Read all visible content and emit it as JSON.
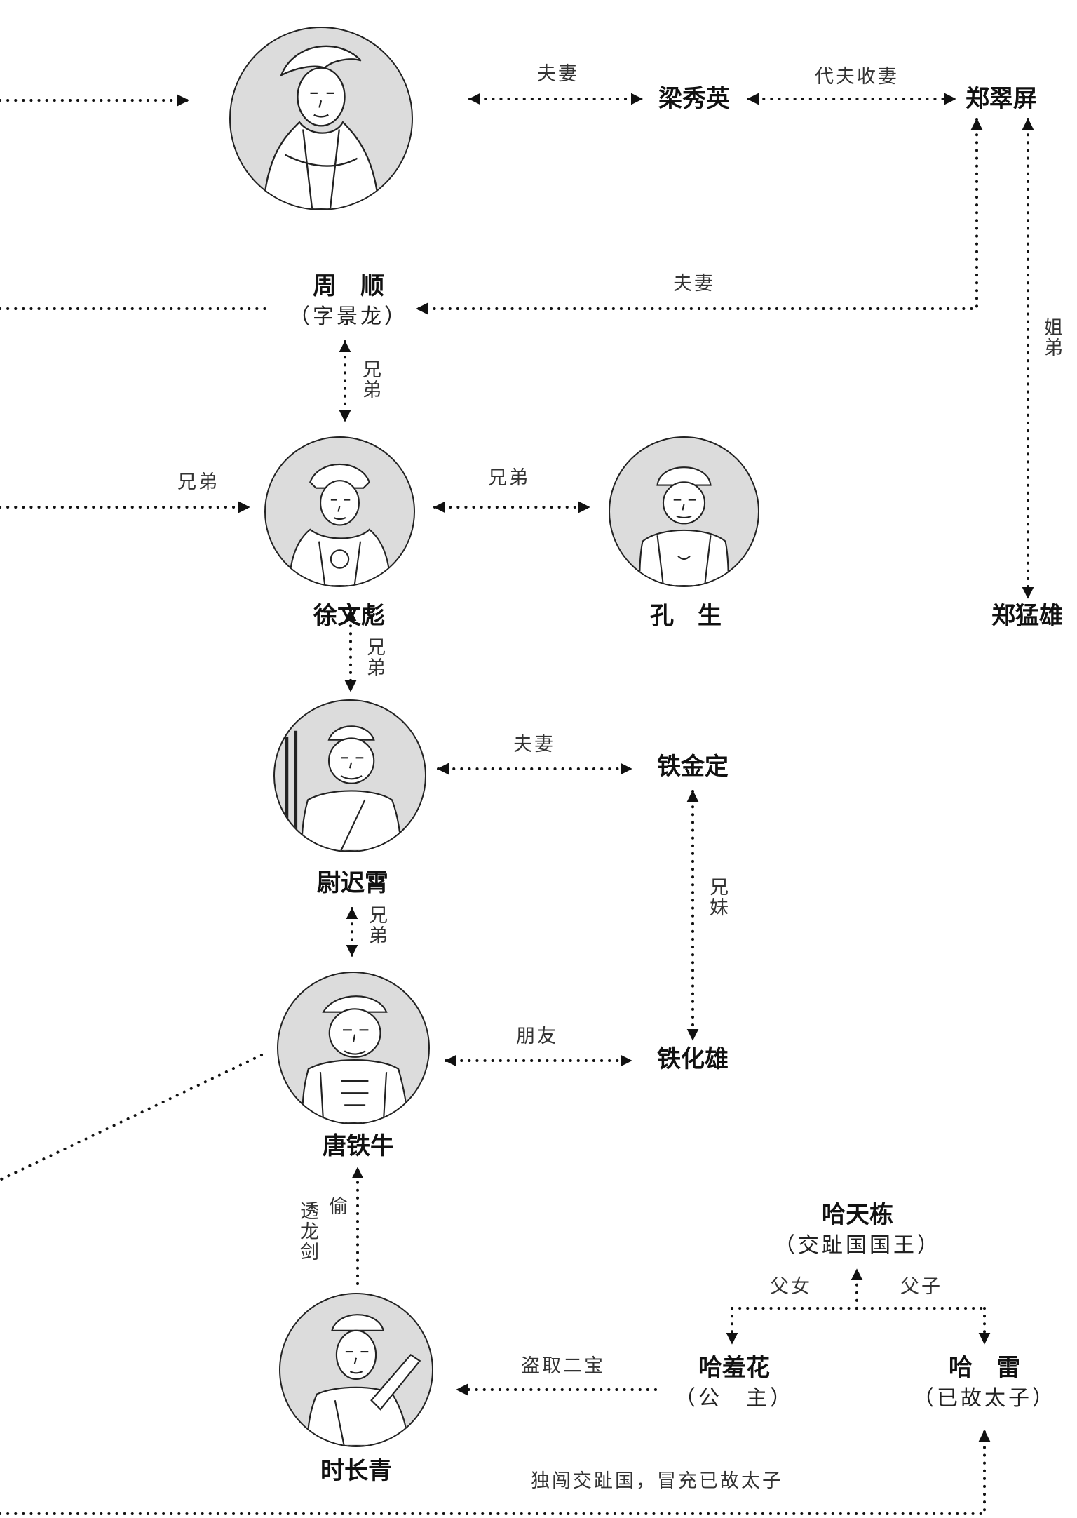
{
  "people": {
    "zhou_shun": {
      "name": "周　顺",
      "sub": "（字景龙）"
    },
    "liang_xiuying": {
      "name": "梁秀英"
    },
    "zheng_cuiping": {
      "name": "郑翠屏"
    },
    "zheng_mengxiong": {
      "name": "郑猛雄"
    },
    "xu_wenbiao": {
      "name": "徐文彪"
    },
    "kong_sheng": {
      "name": "孔　生"
    },
    "yu_chixiao": {
      "name": "尉迟霄"
    },
    "tie_jinding": {
      "name": "铁金定"
    },
    "tang_tieniu": {
      "name": "唐铁牛"
    },
    "tie_huaxiong": {
      "name": "铁化雄"
    },
    "shi_changqing": {
      "name": "时长青"
    },
    "ha_tiandong": {
      "name": "哈天栋",
      "sub": "（交趾国国王）"
    },
    "ha_xiuhua": {
      "name": "哈羞花",
      "sub": "（公　主）"
    },
    "ha_lei": {
      "name": "哈　雷",
      "sub": "（已故太子）"
    }
  },
  "relations": {
    "zhou_liang": "夫妻",
    "liang_zheng": "代夫收妻",
    "zheng_zhou": "夫妻",
    "zheng_meng": "姐弟",
    "zhou_xu": "兄弟",
    "left_xu": "兄弟",
    "xu_kong": "兄弟",
    "xu_yu": "兄弟",
    "yu_tie": "夫妻",
    "tie_tiehua": "兄妹",
    "yu_tang": "兄弟",
    "tang_tiehua": "朋友",
    "shi_tang_a": "偷",
    "shi_tang_b": "透龙剑",
    "ha_xiuhua": "父女",
    "ha_lei": "父子",
    "xiuhua_shi": "盗取二宝",
    "shi_lei": "独闯交趾国，冒充已故太子"
  },
  "colors": {
    "line": "#111111",
    "portrait_bg": "#dcdcdc"
  }
}
